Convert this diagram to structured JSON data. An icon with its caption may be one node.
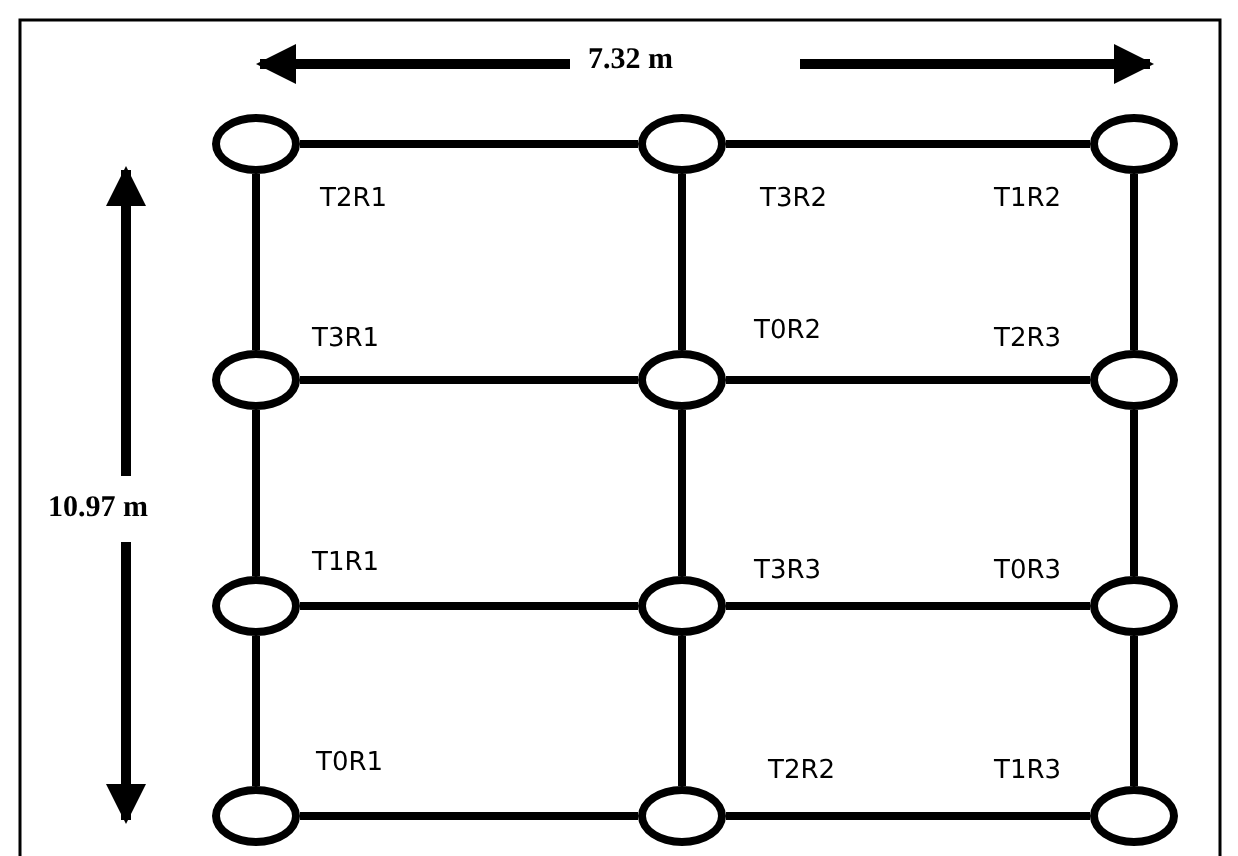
{
  "diagram": {
    "nodes": [
      {
        "text": [],
        "shape": "circle",
        "beside": [
          "T2R1"
        ]
      },
      {
        "text": [],
        "shape": "circle",
        "beside": [
          "T3R2"
        ]
      },
      {
        "text": [],
        "shape": "circle",
        "beside": [
          "T1R2"
        ]
      },
      {
        "text": [],
        "shape": "circle",
        "beside": [
          "T3R1"
        ]
      },
      {
        "text": [],
        "shape": "circle",
        "beside": [
          "T0R2"
        ]
      },
      {
        "text": [],
        "shape": "circle",
        "beside": [
          "T2R3"
        ]
      },
      {
        "text": [],
        "shape": "circle",
        "beside": [
          "T1R1"
        ]
      },
      {
        "text": [],
        "shape": "circle",
        "beside": [
          "T3R3"
        ]
      },
      {
        "text": [],
        "shape": "circle",
        "beside": [
          "T0R3"
        ]
      },
      {
        "text": [],
        "shape": "circle",
        "beside": [
          "T0R1"
        ]
      },
      {
        "text": [],
        "shape": "circle",
        "beside": [
          "T2R2"
        ]
      },
      {
        "text": [],
        "shape": "circle",
        "beside": [
          "T1R3"
        ]
      }
    ],
    "edges": [
      {
        "from": 0,
        "to": 1,
        "arrow": "none"
      },
      {
        "from": 1,
        "to": 2,
        "arrow": "none"
      },
      {
        "from": 3,
        "to": 4,
        "arrow": "none"
      },
      {
        "from": 4,
        "to": 5,
        "arrow": "none"
      },
      {
        "from": 6,
        "to": 7,
        "arrow": "none"
      },
      {
        "from": 7,
        "to": 8,
        "arrow": "none"
      },
      {
        "from": 9,
        "to": 10,
        "arrow": "none"
      },
      {
        "from": 10,
        "to": 11,
        "arrow": "none"
      },
      {
        "from": 0,
        "to": 3,
        "arrow": "none"
      },
      {
        "from": 3,
        "to": 6,
        "arrow": "none"
      },
      {
        "from": 6,
        "to": 9,
        "arrow": "none"
      },
      {
        "from": 1,
        "to": 4,
        "arrow": "none"
      },
      {
        "from": 4,
        "to": 7,
        "arrow": "none"
      },
      {
        "from": 7,
        "to": 10,
        "arrow": "none"
      },
      {
        "from": 2,
        "to": 5,
        "arrow": "none"
      },
      {
        "from": 5,
        "to": 8,
        "arrow": "none"
      },
      {
        "from": 8,
        "to": 11,
        "arrow": "none"
      }
    ],
    "labels": [
      "7.32 m",
      "10.97 m"
    ]
  }
}
